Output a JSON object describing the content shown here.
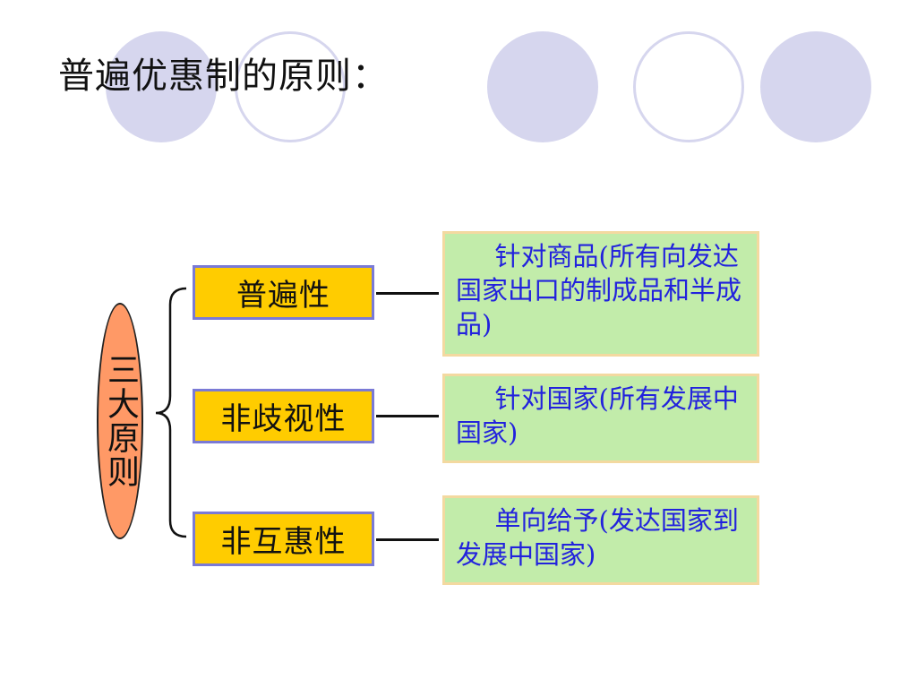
{
  "slide": {
    "title": "普遍优惠制的原则："
  },
  "diagram": {
    "root_label": "三大原则",
    "principles": [
      {
        "name": "普遍性",
        "description": "针对商品(所有向发达国家出口的制成品和半成品)"
      },
      {
        "name": "非歧视性",
        "description": "针对国家(所有发展中国家)"
      },
      {
        "name": "非互惠性",
        "description": "单向给予(发达国家到发展中国家)"
      }
    ]
  },
  "colors": {
    "decor_circle": "#d6d6ee",
    "root_oval": "#ff9966",
    "principle_box": "#ffcc00",
    "principle_border": "#7a7ad6",
    "description_box": "#c2ecaa",
    "description_text": "#2222dd"
  }
}
